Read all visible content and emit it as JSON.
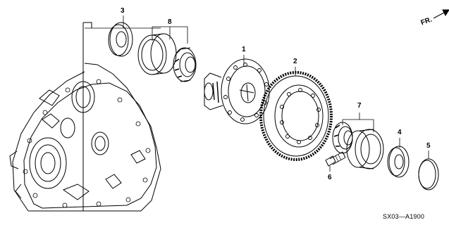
{
  "callouts": {
    "c1": "1",
    "c2": "2",
    "c3": "3",
    "c4": "4",
    "c5": "5",
    "c6": "6",
    "c7": "7",
    "c8": "8"
  },
  "direction_label": "FR.",
  "diagram_code": "SX03—A1900"
}
